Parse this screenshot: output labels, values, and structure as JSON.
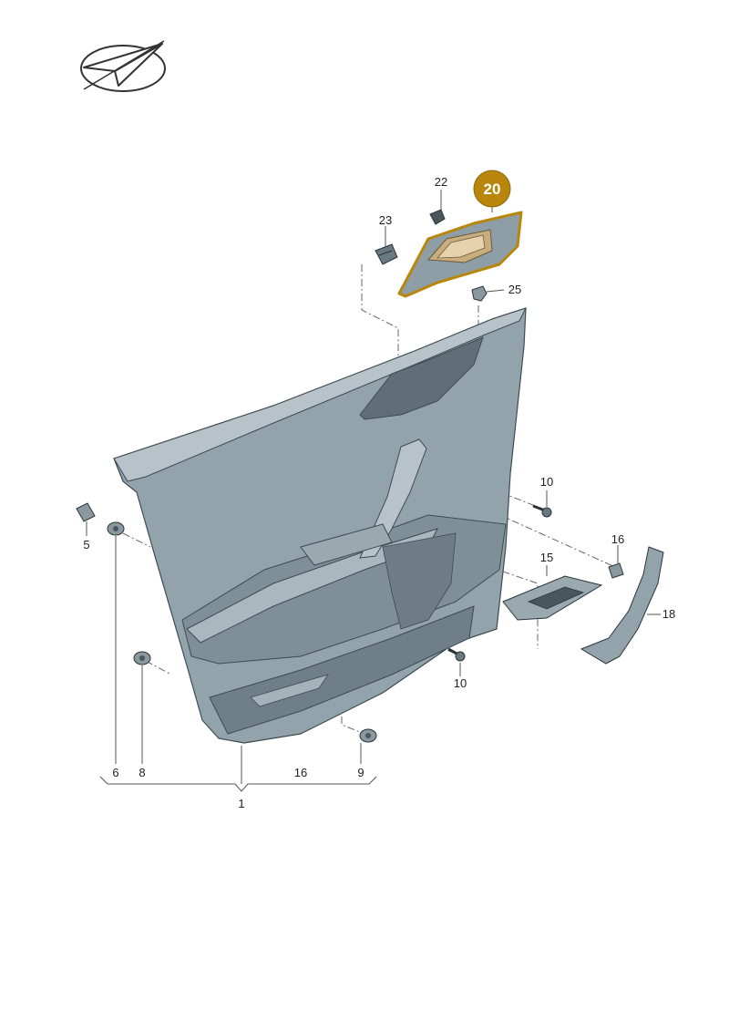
{
  "labels": {
    "l1": "1",
    "l5": "5",
    "l6": "6",
    "l8": "8",
    "l9": "9",
    "l10a": "10",
    "l10b": "10",
    "l15": "15",
    "l16a": "16",
    "l16b": "16",
    "l18": "18",
    "l20": "20",
    "l22": "22",
    "l23": "23",
    "l25": "25"
  },
  "highlight": {
    "part": "20",
    "color": "#b8860b"
  },
  "colors": {
    "panel": "#8a9aa3",
    "panel_dark": "#6d7c85",
    "panel_light": "#b3bfc5"
  }
}
